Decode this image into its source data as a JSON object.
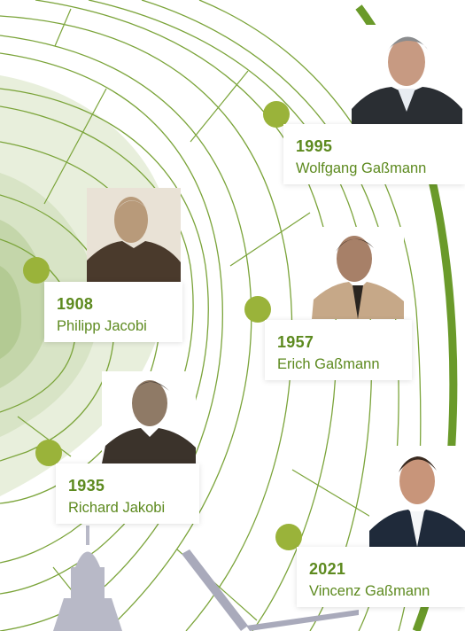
{
  "colors": {
    "accent_text": "#5d8a1f",
    "dot": "#9ab33a",
    "line": "#7ba43a",
    "field_light": "#e8efdc",
    "field_mid": "#d2e0bf",
    "silhouette": "#b8b9c7"
  },
  "timeline": [
    {
      "year": "1995",
      "name": "Wolfgang Gaßmann"
    },
    {
      "year": "1908",
      "name": "Philipp Jacobi"
    },
    {
      "year": "1957",
      "name": "Erich Gaßmann"
    },
    {
      "year": "1935",
      "name": "Richard Jakobi"
    },
    {
      "year": "2021",
      "name": "Vincenz Gaßmann"
    }
  ],
  "icons": {
    "church": "church-tower-silhouette-icon",
    "wind_turbine": "wind-turbine-silhouette-icon"
  }
}
